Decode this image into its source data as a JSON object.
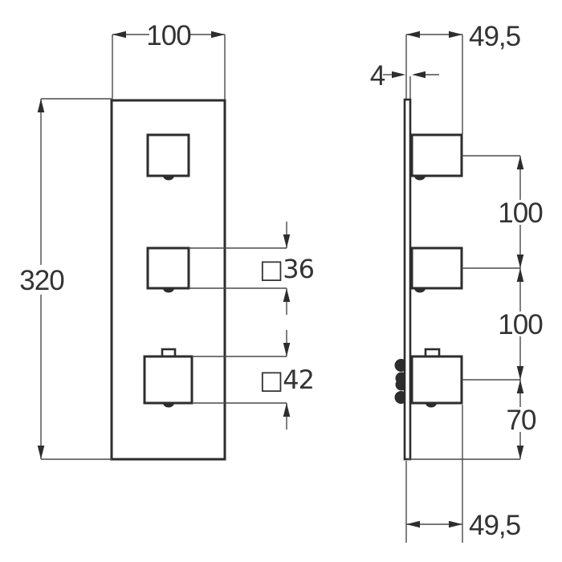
{
  "drawing": {
    "type": "technical-dimension-drawing",
    "labels": {
      "front_width": "100",
      "front_height": "320",
      "handle_small": "□36",
      "handle_large": "□42",
      "depth_top": "49,5",
      "plate_thickness": "4",
      "spacing_top_handles": "100",
      "spacing_bottom_handles": "100",
      "bottom_offset": "70",
      "depth_bottom": "49,5"
    },
    "colors": {
      "outline": "#2d2d2d",
      "dimension_line": "#4a4a4a",
      "text": "#333333",
      "background": "#ffffff"
    }
  }
}
